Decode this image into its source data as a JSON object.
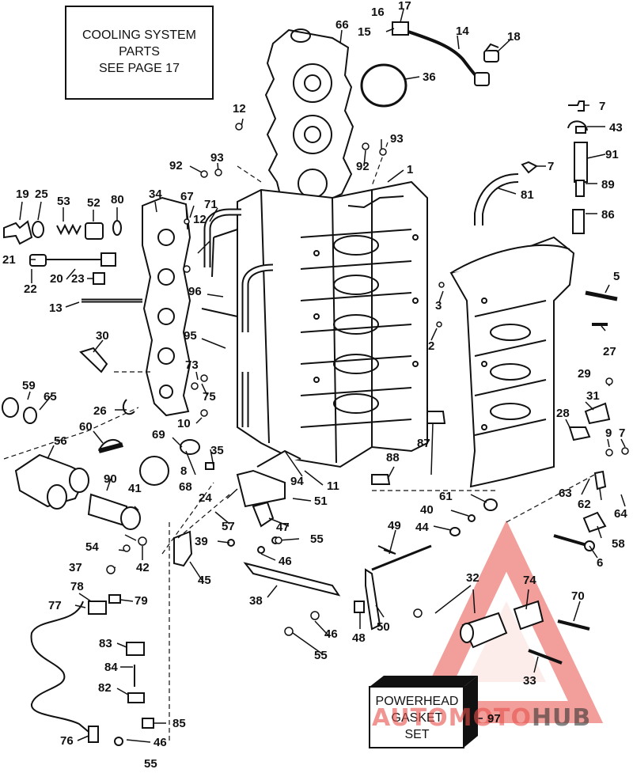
{
  "notes": {
    "cooling": [
      "COOLING SYSTEM",
      "PARTS",
      "SEE PAGE 17"
    ],
    "gasket": [
      "POWERHEAD",
      "GASKET",
      "SET"
    ]
  },
  "watermark": {
    "part1": "AUTOMOTO",
    "part2": "HUB",
    "color_red": "#e8504a",
    "color_dark": "#333333"
  },
  "callouts": {
    "c1": "1",
    "c2": "2",
    "c3": "3",
    "c5": "5",
    "c6": "6",
    "c7a": "7",
    "c7b": "7",
    "c7c": "7",
    "c8": "8",
    "c9": "9",
    "c10": "10",
    "c11": "11",
    "c12a": "12",
    "c12b": "12",
    "c13": "13",
    "c14": "14",
    "c15": "15",
    "c16": "16",
    "c17": "17",
    "c18": "18",
    "c19": "19",
    "c20": "20",
    "c21": "21",
    "c22": "22",
    "c23": "23",
    "c24": "24",
    "c25": "25",
    "c26": "26",
    "c27": "27",
    "c28": "28",
    "c29": "29",
    "c30": "30",
    "c31": "31",
    "c32": "32",
    "c33": "33",
    "c34": "34",
    "c35": "35",
    "c36": "36",
    "c37": "37",
    "c38": "38",
    "c39": "39",
    "c40": "40",
    "c41": "41",
    "c42": "42",
    "c43": "43",
    "c44": "44",
    "c45": "45",
    "c46a": "46",
    "c46b": "46",
    "c46c": "46",
    "c47": "47",
    "c48": "48",
    "c49": "49",
    "c50": "50",
    "c51": "51",
    "c52": "52",
    "c53": "53",
    "c54": "54",
    "c55a": "55",
    "c55b": "55",
    "c55c": "55",
    "c56": "56",
    "c57": "57",
    "c58": "58",
    "c59": "59",
    "c60": "60",
    "c61": "61",
    "c62": "62",
    "c63": "63",
    "c64": "64",
    "c65": "65",
    "c66": "66",
    "c67": "67",
    "c68": "68",
    "c69": "69",
    "c70": "70",
    "c71": "71",
    "c73": "73",
    "c74": "74",
    "c75": "75",
    "c76": "76",
    "c77": "77",
    "c78": "78",
    "c79": "79",
    "c80": "80",
    "c81": "81",
    "c82": "82",
    "c83": "83",
    "c84": "84",
    "c85": "85",
    "c86": "86",
    "c87": "87",
    "c88": "88",
    "c89": "89",
    "c90": "90",
    "c91": "91",
    "c92a": "92",
    "c92b": "92",
    "c93a": "93",
    "c93b": "93",
    "c94": "94",
    "c95": "95",
    "c96": "96",
    "c97": "97"
  }
}
